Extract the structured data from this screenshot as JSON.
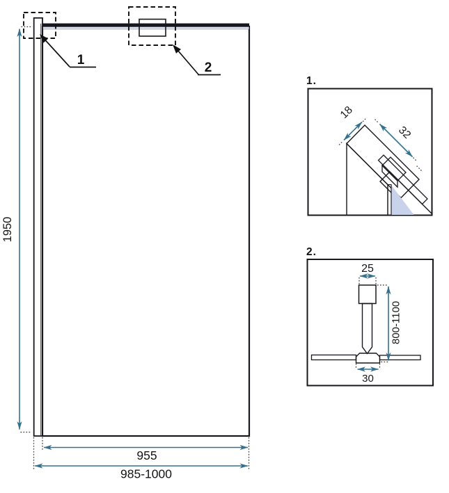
{
  "main_view": {
    "callout_1": "1",
    "callout_2": "2",
    "dim_height": "1950",
    "dim_glass_width": "955",
    "dim_total_width": "985-1000"
  },
  "detail_1": {
    "title": "1.",
    "dim_profile_depth": "18",
    "dim_profile_face": "32"
  },
  "detail_2": {
    "title": "2.",
    "dim_arm_width": "25",
    "dim_arm_length": "800-1100",
    "dim_base_width": "30"
  },
  "colors": {
    "dimension_teal": "#35718c",
    "outline_dark": "#17171d",
    "glass_blue": "#a3b3de",
    "glass_highlight": "#f6f8fc",
    "metal_gray": "#e6e6e8"
  }
}
